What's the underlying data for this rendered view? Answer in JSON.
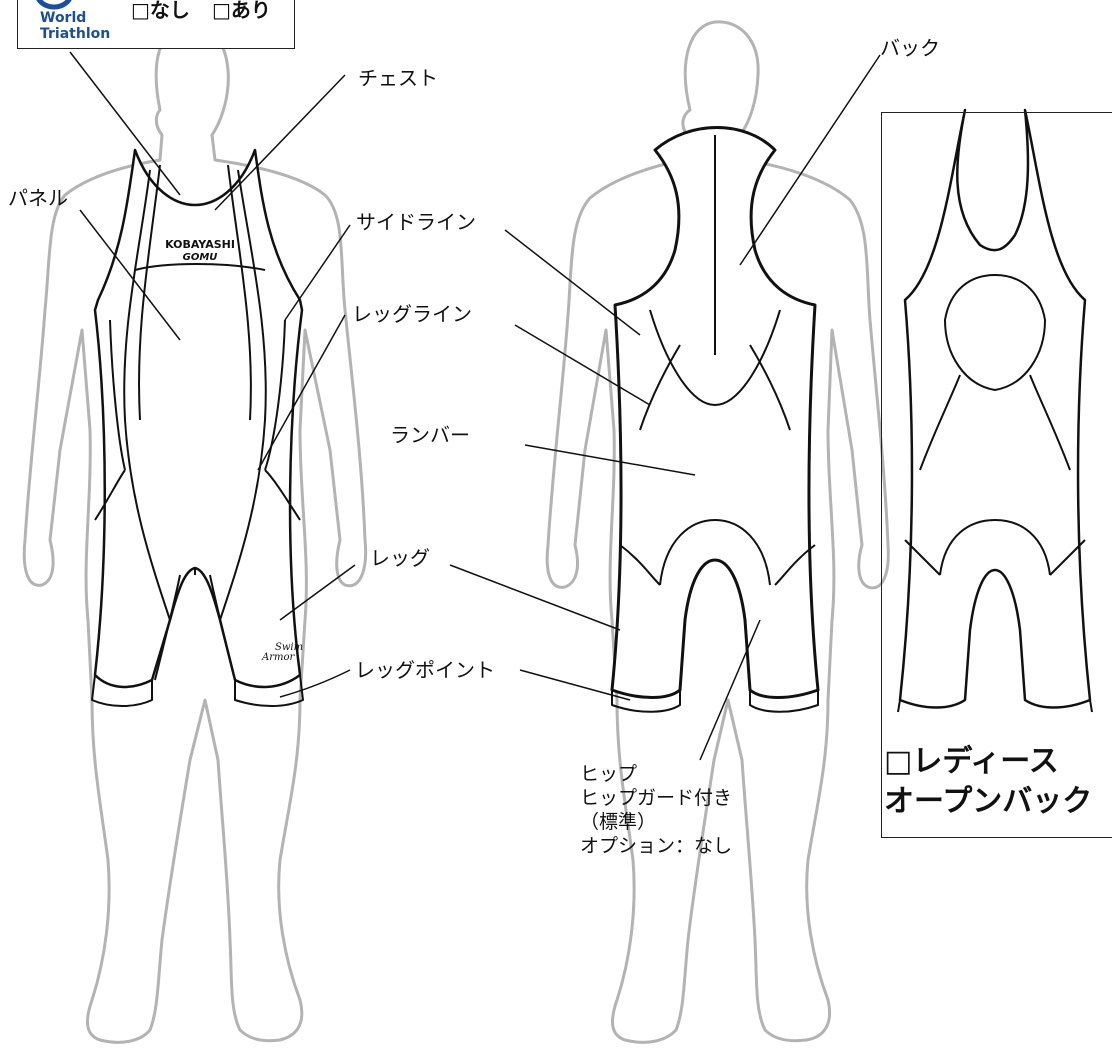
{
  "badge": {
    "logo_line1": "World",
    "logo_line2": "Triathlon",
    "option_none": "□なし",
    "option_yes": "□あり",
    "brand_color": "#1a4fa0"
  },
  "front": {
    "chest_text_1": "KOBAYASHI",
    "chest_text_2": "GOMU",
    "logo_text_1": "Swim",
    "logo_text_2": "Armor"
  },
  "labels": {
    "chest": "チェスト",
    "panel": "パネル",
    "side_line": "サイドライン",
    "leg_line": "レッグライン",
    "leg": "レッグ",
    "leg_point": "レッグポイント",
    "back": "バック",
    "lumbar": "ランバー"
  },
  "hip": {
    "line1": "ヒップ",
    "line2": "ヒップガード付き",
    "line3": "（標準）",
    "line4": "オプション：なし"
  },
  "ladies": {
    "line1": "□レディース",
    "line2": "オープンバック"
  },
  "colors": {
    "silhouette": "#b3b3b3",
    "suit_line": "#111111"
  }
}
